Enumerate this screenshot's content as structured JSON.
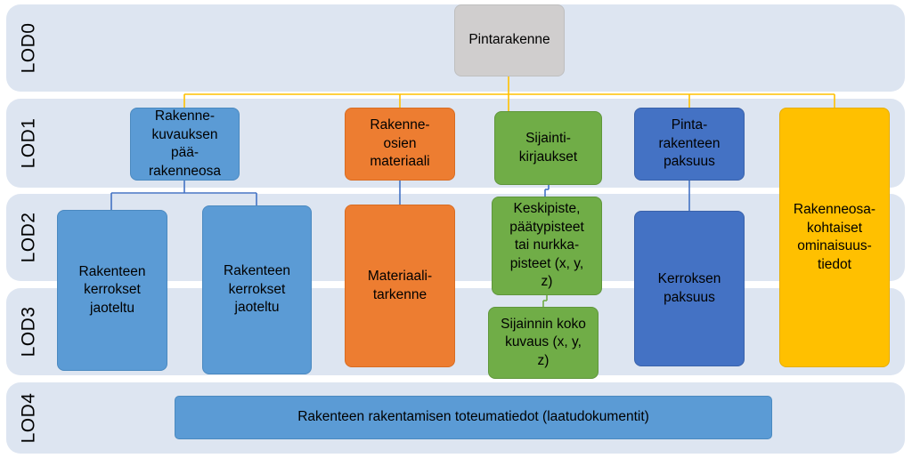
{
  "colors": {
    "band": "#dde5f1",
    "gray": "#d0cece",
    "light_blue": "#5b9bd5",
    "dark_blue": "#4472c4",
    "orange": "#ed7d31",
    "green": "#70ad47",
    "gold": "#ffc000",
    "connector_gold": "#ffc000",
    "connector_blue": "#4472c4",
    "connector_green": "#70ad47"
  },
  "levels": [
    "LOD0",
    "LOD1",
    "LOD2",
    "LOD3",
    "LOD4"
  ],
  "nodes": {
    "root": "Pintarakenne",
    "lod1_main_part": "Rakenne-\nkuvauksen\npää-\nrakenneosa",
    "lod1_material": "Rakenne-\nosien\nmateriaali",
    "lod1_location": "Sijainti-\nkirjaukset",
    "lod1_thickness": "Pinta-\nrakenteen\npaksuus",
    "lod1_properties": "Rakenneosa-\nkohtaiset\nominaisuus-\ntiedot",
    "lod2_layers_a": "Rakenteen\nkerrokset\njaoteltu",
    "lod2_layers_b": "Rakenteen\nkerrokset\njaoteltu",
    "lod2_material_detail": "Materiaali-\ntarkenne",
    "lod2_points": "Keskipiste,\npäätypisteet\ntai nurkka-\npisteet (x, y,\nz)",
    "lod3_location_full": "Sijainnin koko\nkuvaus (x, y,\nz)",
    "lod2_layer_thickness": "Kerroksen\npaksuus",
    "lod4_quality_docs": "Rakenteen rakentamisen toteumatiedot (laatudokumentit)"
  }
}
